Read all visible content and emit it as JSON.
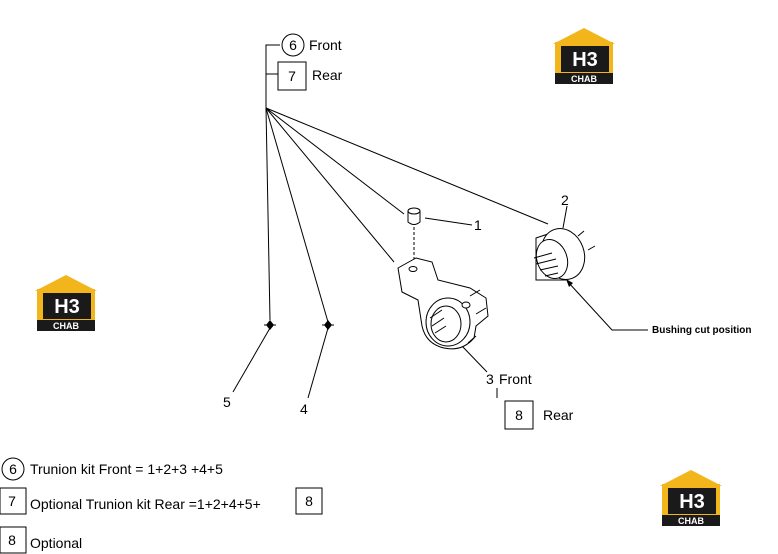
{
  "callouts": {
    "c6_num": "6",
    "c6_text": "Front",
    "c7_num": "7",
    "c7_text": "Rear",
    "part1": "1",
    "part2": "2",
    "part3": "3",
    "part3_text": "Front",
    "part4": "4",
    "part5": "5",
    "box8_num": "8",
    "box8_text": "Rear",
    "bushing_note": "Bushing cut  position"
  },
  "legend": {
    "row1_num": "6",
    "row1_text": "Trunion kit Front = 1+2+3 +4+5",
    "row2_num": "7",
    "row2_text": "Optional Trunion kit Rear =1+2+4+5+",
    "row2_box": "8",
    "row3_num": "8",
    "row3_text": "Optional"
  },
  "logo": {
    "mark": "H3",
    "caption": "CHAB",
    "color_gold": "#f2b51c",
    "color_dark": "#1a1a1a"
  }
}
